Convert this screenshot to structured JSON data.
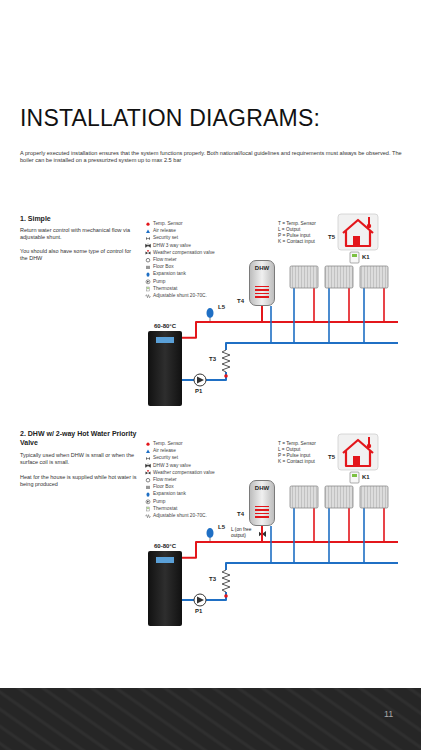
{
  "diagram": {
    "title": "INSTALLATION DIAGRAMS:",
    "nodes": [
      {
        "text": [
          "60-80°C"
        ]
      },
      {
        "text": [
          "DHW"
        ]
      },
      {
        "text": [
          "60-80°C"
        ]
      },
      {
        "text": [
          "DHW"
        ]
      }
    ],
    "edges": [
      {
        "from": 0,
        "to": 1,
        "arrow": "none"
      },
      {
        "from": 2,
        "to": 3,
        "arrow": "none"
      }
    ],
    "labels": [
      "A properly executed installation ensures that the system functions properly. Both national/local guidelines and requirements must always be observed. The boiler can be installed on a pressurized system up to max 2.5 bar",
      "1. Simple",
      "Return water control with mechanical flow via adjustable shunt.",
      "You should also have some type of control for the DHW",
      "T = Temp. Sensor",
      "L = Output",
      "P = Pulse input",
      "K = Contact input",
      "T5",
      "K1",
      "T4",
      "L5",
      "T3",
      "P1",
      "2. DHW w/ 2-way Hot Water Priority Valve",
      "Typically used when DHW is small or when the surface coil is small.",
      "Heat for the house is supplied while hot water is being produced",
      "T = Temp. Sensor",
      "L = Output",
      "P = Pulse input",
      "K = Contact input",
      "T5",
      "K1",
      "T4",
      "L5",
      "L (on free output)",
      "T3",
      "P1",
      "11"
    ],
    "legend": [
      {
        "text": "Temp. Sensor"
      },
      {
        "text": "Air release"
      },
      {
        "text": "Security set"
      },
      {
        "text": "DHW 3 way valve"
      },
      {
        "text": "Weather compensation valve"
      },
      {
        "text": "Flow meter"
      },
      {
        "text": "Floor Box"
      },
      {
        "text": "Expansion tank"
      },
      {
        "text": "Pump"
      },
      {
        "text": "Thermostat"
      },
      {
        "text": "Adjustable shunt 20-70C."
      },
      {
        "text": "Temp. Sensor"
      },
      {
        "text": "Air release"
      },
      {
        "text": "Security set"
      },
      {
        "text": "DHW 3 way valve"
      },
      {
        "text": "Weather compensation valve"
      },
      {
        "text": "Flow meter"
      },
      {
        "text": "Floor Box"
      },
      {
        "text": "Expansion tank"
      },
      {
        "text": "Pump"
      },
      {
        "text": "Thermostat"
      },
      {
        "text": "Adjustable shunt 20-70C."
      }
    ]
  }
}
